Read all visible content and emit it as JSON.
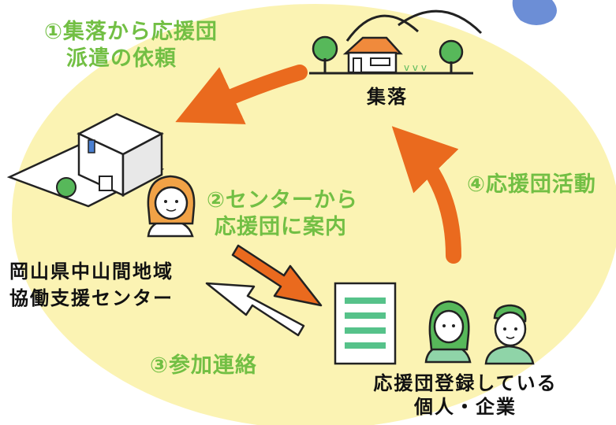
{
  "step1": {
    "line1": "①集落から応援団",
    "line2": "派遣の依頼"
  },
  "step2": {
    "line1": "②センターから",
    "line2": "応援団に案内"
  },
  "step3": {
    "label": "③参加連絡"
  },
  "step4": {
    "label": "④応援団活動"
  },
  "village": {
    "label": "集落"
  },
  "center": {
    "line1": "岡山県中山間地域",
    "line2": "協働支援センター"
  },
  "supporters": {
    "line1": "応援団登録している",
    "line2": "個人・企業"
  },
  "colors": {
    "background_circle": "#fbf3b3",
    "label_green": "#72bf44",
    "arrow_orange": "#ea6a1e",
    "list_green": "#56c28a",
    "tree_green": "#57b85a"
  },
  "icons": [
    "village-icon",
    "building-icon",
    "woman-staff-icon",
    "clipboard-list-icon",
    "woman-member-icon",
    "man-member-icon"
  ]
}
